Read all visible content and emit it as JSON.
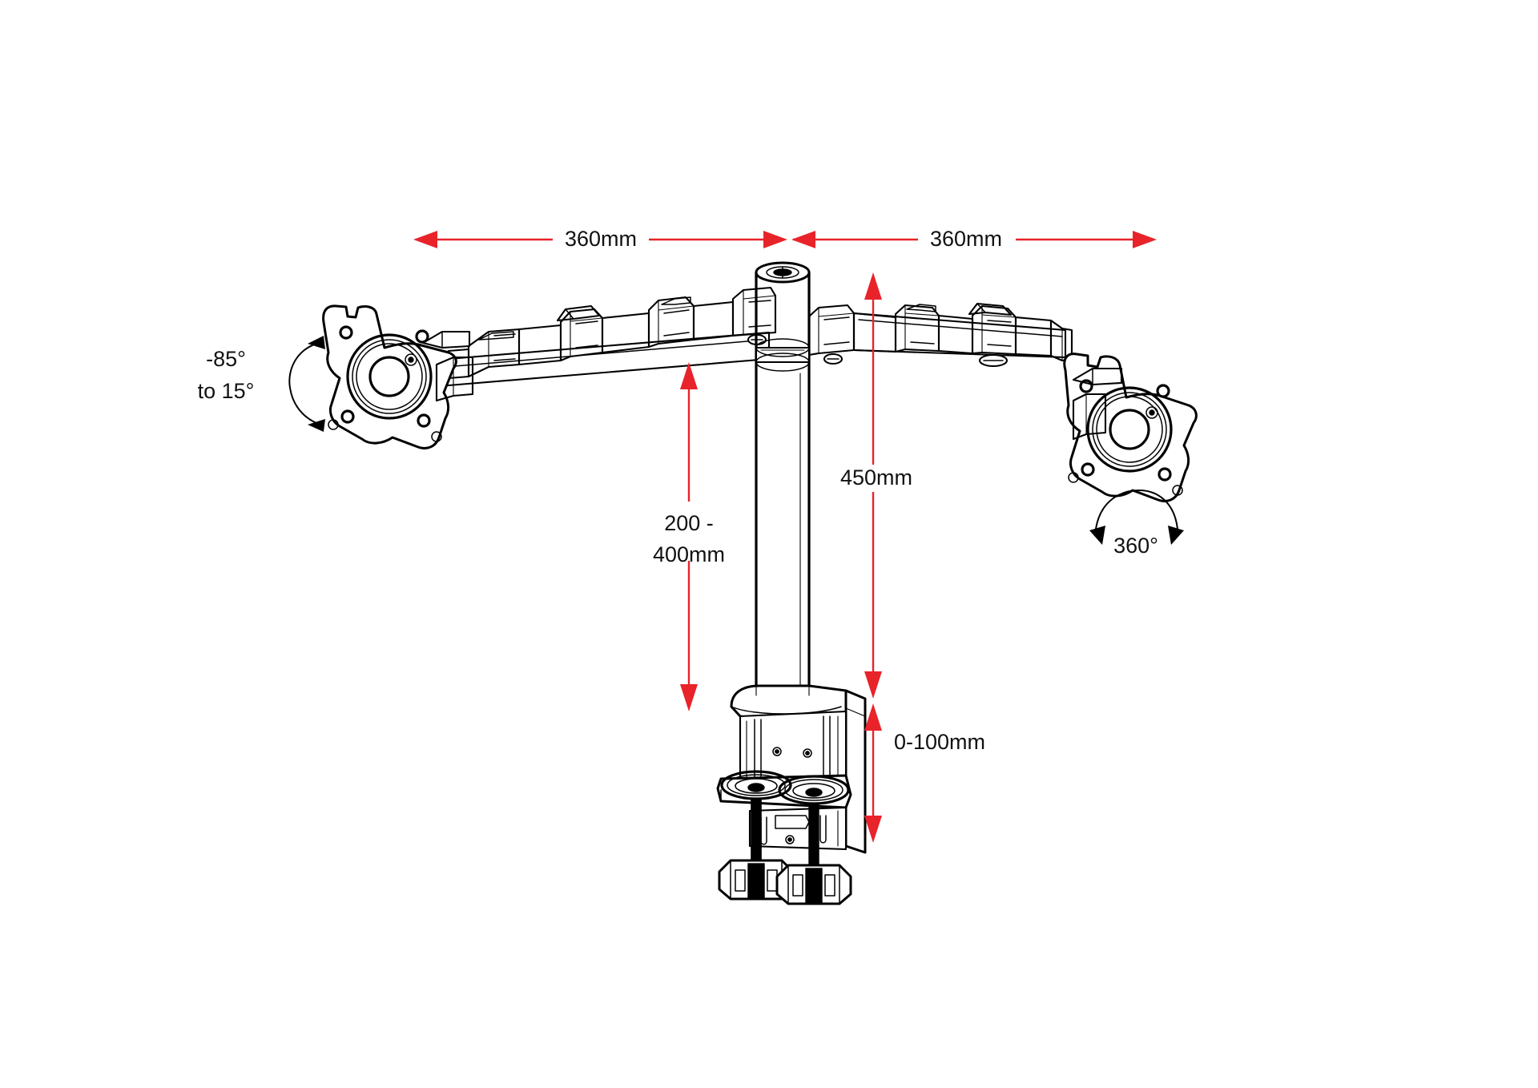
{
  "diagram": {
    "title": "Dual Monitor Desk Mount Dimension Diagram",
    "product": "dual-arm-monitor-desk-mount",
    "accent_color": "#e8232a",
    "ink_color": "#000000",
    "background_color": "#ffffff"
  },
  "dimensions": {
    "arm_left": {
      "label": "360mm",
      "value": 360,
      "unit": "mm",
      "orientation": "horizontal",
      "arrow_style": "double-ended"
    },
    "arm_right": {
      "label": "360mm",
      "value": 360,
      "unit": "mm",
      "orientation": "horizontal",
      "arrow_style": "double-ended"
    },
    "arm_height_range": {
      "label_line1": "200 -",
      "label_line2": "400mm",
      "label": "200 - 400mm",
      "min": 200,
      "max": 400,
      "unit": "mm",
      "orientation": "vertical",
      "arrow_style": "double-ended"
    },
    "pole_height": {
      "label": "450mm",
      "value": 450,
      "unit": "mm",
      "orientation": "vertical",
      "arrow_style": "double-ended"
    },
    "clamp_range": {
      "label": "0-100mm",
      "min": 0,
      "max": 100,
      "unit": "mm",
      "orientation": "vertical",
      "arrow_style": "double-ended"
    }
  },
  "angles": {
    "tilt": {
      "label_line1": "-85°",
      "label_line2": "to 15°",
      "label": "-85° to 15°",
      "min": -85,
      "max": 15,
      "unit": "°",
      "motion": "tilt",
      "arrow_style": "single-ended-arc"
    },
    "rotation": {
      "label": "360°",
      "value": 360,
      "unit": "°",
      "motion": "swivel-rotate",
      "arrow_style": "double-ended-arc"
    }
  },
  "parts": {
    "left_vesa_plate": "left-monitor-vesa-plate",
    "right_vesa_plate": "right-monitor-vesa-plate",
    "left_arm": "left-extension-arm",
    "right_arm": "right-extension-arm",
    "center_pole": "center-support-pole",
    "desk_clamp": "desk-c-clamp",
    "clamp_knob_left": "clamp-thumbscrew-left",
    "clamp_knob_right": "clamp-thumbscrew-right"
  }
}
